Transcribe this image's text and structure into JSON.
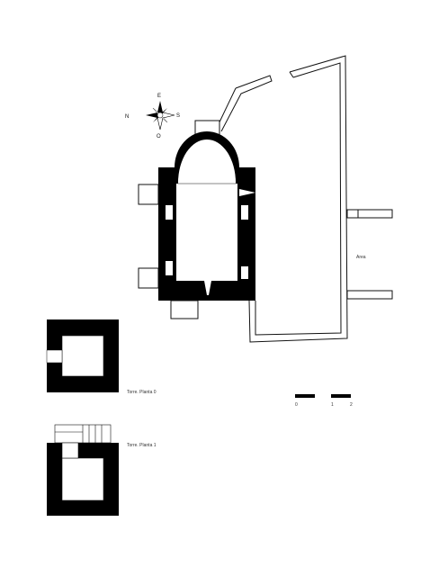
{
  "compass": {
    "north": "N",
    "east": "E",
    "south": "S",
    "west": "O"
  },
  "labels": {
    "area": "Area",
    "plan0": "Torre. Planta 0",
    "plan1": "Torre. Planta 1"
  },
  "scale": {
    "mark0": "0",
    "mark1": "1",
    "mark2": "2"
  },
  "colors": {
    "wall": "#000000",
    "outline": "#111111",
    "background": "#ffffff"
  }
}
